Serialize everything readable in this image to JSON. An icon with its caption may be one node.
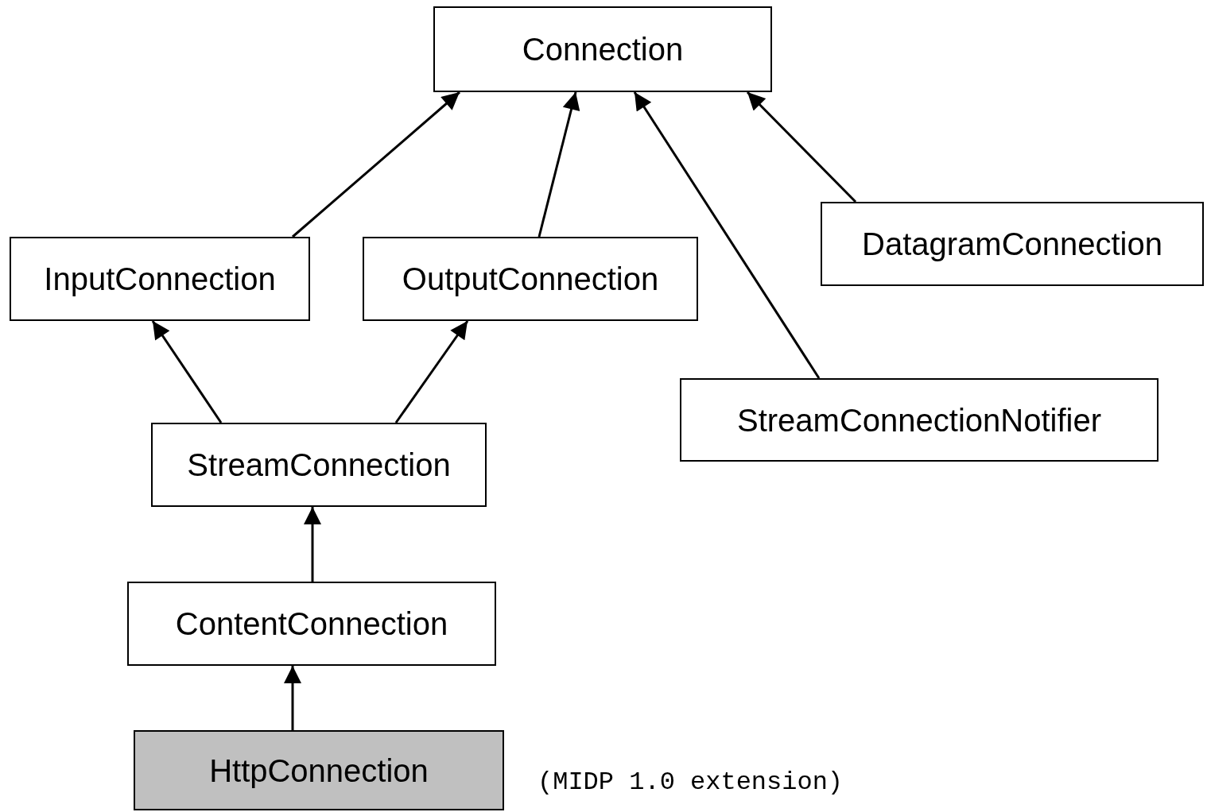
{
  "diagram": {
    "nodes": [
      {
        "text": [
          "Connection"
        ]
      },
      {
        "text": [
          "InputConnection"
        ]
      },
      {
        "text": [
          "OutputConnection"
        ]
      },
      {
        "text": [
          "DatagramConnection"
        ]
      },
      {
        "text": [
          "StreamConnectionNotifier"
        ]
      },
      {
        "text": [
          "StreamConnection"
        ]
      },
      {
        "text": [
          "ContentConnection"
        ]
      },
      {
        "text": [
          "HttpConnection"
        ],
        "beside": [
          "(MIDP 1.0 extension)"
        ]
      }
    ],
    "edges": [
      {
        "from": 1,
        "to": 0,
        "arrow": "to"
      },
      {
        "from": 2,
        "to": 0,
        "arrow": "to"
      },
      {
        "from": 4,
        "to": 0,
        "arrow": "to"
      },
      {
        "from": 3,
        "to": 0,
        "arrow": "to"
      },
      {
        "from": 5,
        "to": 1,
        "arrow": "to"
      },
      {
        "from": 5,
        "to": 2,
        "arrow": "to"
      },
      {
        "from": 6,
        "to": 5,
        "arrow": "to"
      },
      {
        "from": 7,
        "to": 6,
        "arrow": "to"
      }
    ]
  }
}
